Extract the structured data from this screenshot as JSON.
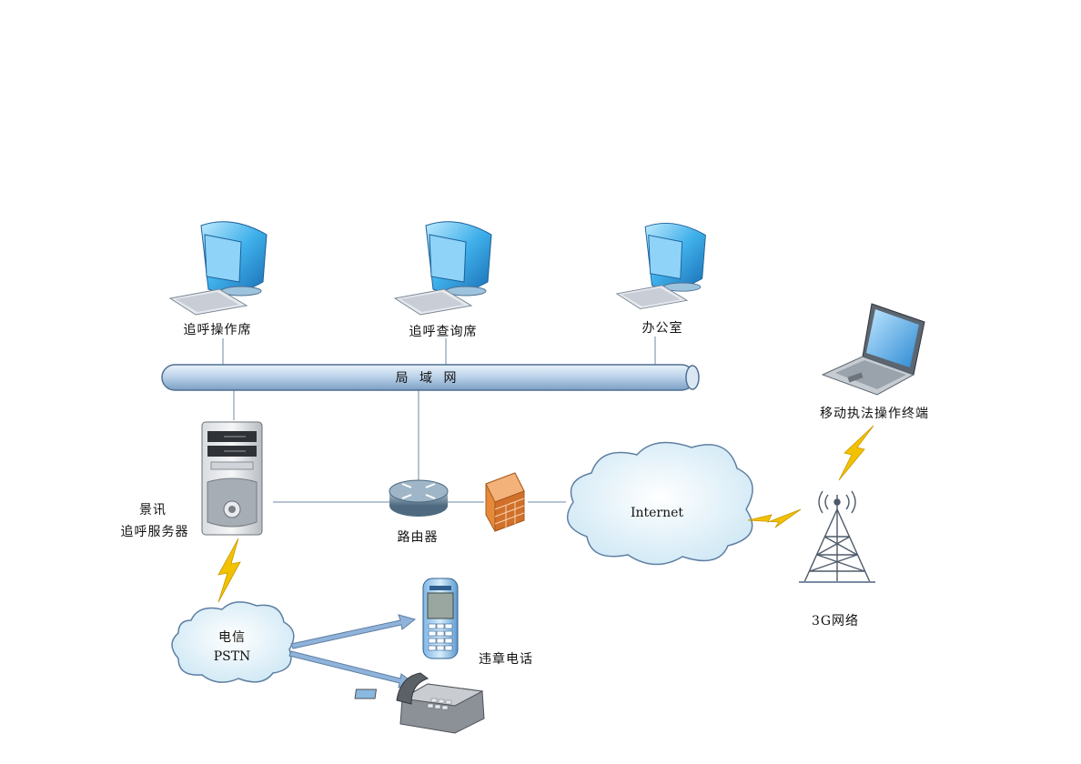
{
  "nodes": {
    "operator_desk": "追呼操作席",
    "query_desk": "追呼查询席",
    "office": "办公室",
    "lan": "局 域 网",
    "server_line1": "景讯",
    "server_line2": "追呼服务器",
    "router": "路由器",
    "internet": "Internet",
    "mobile_terminal": "移动执法操作终端",
    "network_3g": "3G网络",
    "pstn_line1": "电信",
    "pstn_line2": "PSTN",
    "violation_phone": "违章电话"
  },
  "colors": {
    "lan_bus": "#a8c4e0",
    "monitor": "#3fa9e6",
    "cloud": "#d8eef8",
    "lightning": "#f2c200",
    "firewall": "#e58a3a",
    "arrow": "#8fb3da"
  }
}
